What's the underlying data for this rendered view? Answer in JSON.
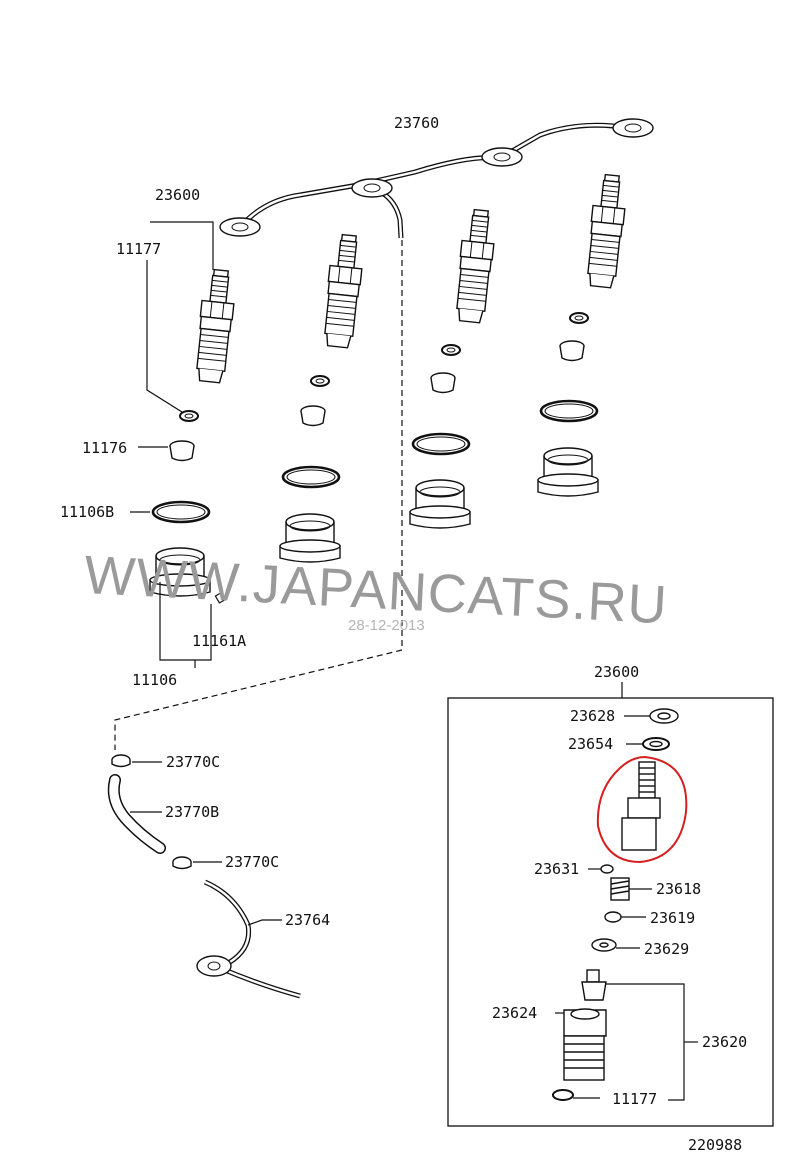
{
  "diagram": {
    "callouts": [
      {
        "id": "c23760",
        "text": "23760"
      },
      {
        "id": "c23600_top",
        "text": "23600"
      },
      {
        "id": "c11177_top",
        "text": "11177"
      },
      {
        "id": "c11176",
        "text": "11176"
      },
      {
        "id": "c11106B",
        "text": "11106B"
      },
      {
        "id": "c11161A",
        "text": "11161A"
      },
      {
        "id": "c11106",
        "text": "11106"
      },
      {
        "id": "c23600_box",
        "text": "23600"
      },
      {
        "id": "c23628",
        "text": "23628"
      },
      {
        "id": "c23654",
        "text": "23654"
      },
      {
        "id": "c23631",
        "text": "23631"
      },
      {
        "id": "c23618",
        "text": "23618"
      },
      {
        "id": "c23619",
        "text": "23619"
      },
      {
        "id": "c23629",
        "text": "23629"
      },
      {
        "id": "c23624",
        "text": "23624"
      },
      {
        "id": "c23620",
        "text": "23620"
      },
      {
        "id": "c11177_box",
        "text": "11177"
      },
      {
        "id": "c23770C_a",
        "text": "23770C"
      },
      {
        "id": "c23770B",
        "text": "23770B"
      },
      {
        "id": "c23770C_b",
        "text": "23770C"
      },
      {
        "id": "c23764",
        "text": "23764"
      }
    ],
    "watermark": "WWW.JAPANCATS.RU",
    "watermark_date": "28-12-2013",
    "figure_number": "220988",
    "highlight_color": "#d42020",
    "line_color": "#111111"
  }
}
